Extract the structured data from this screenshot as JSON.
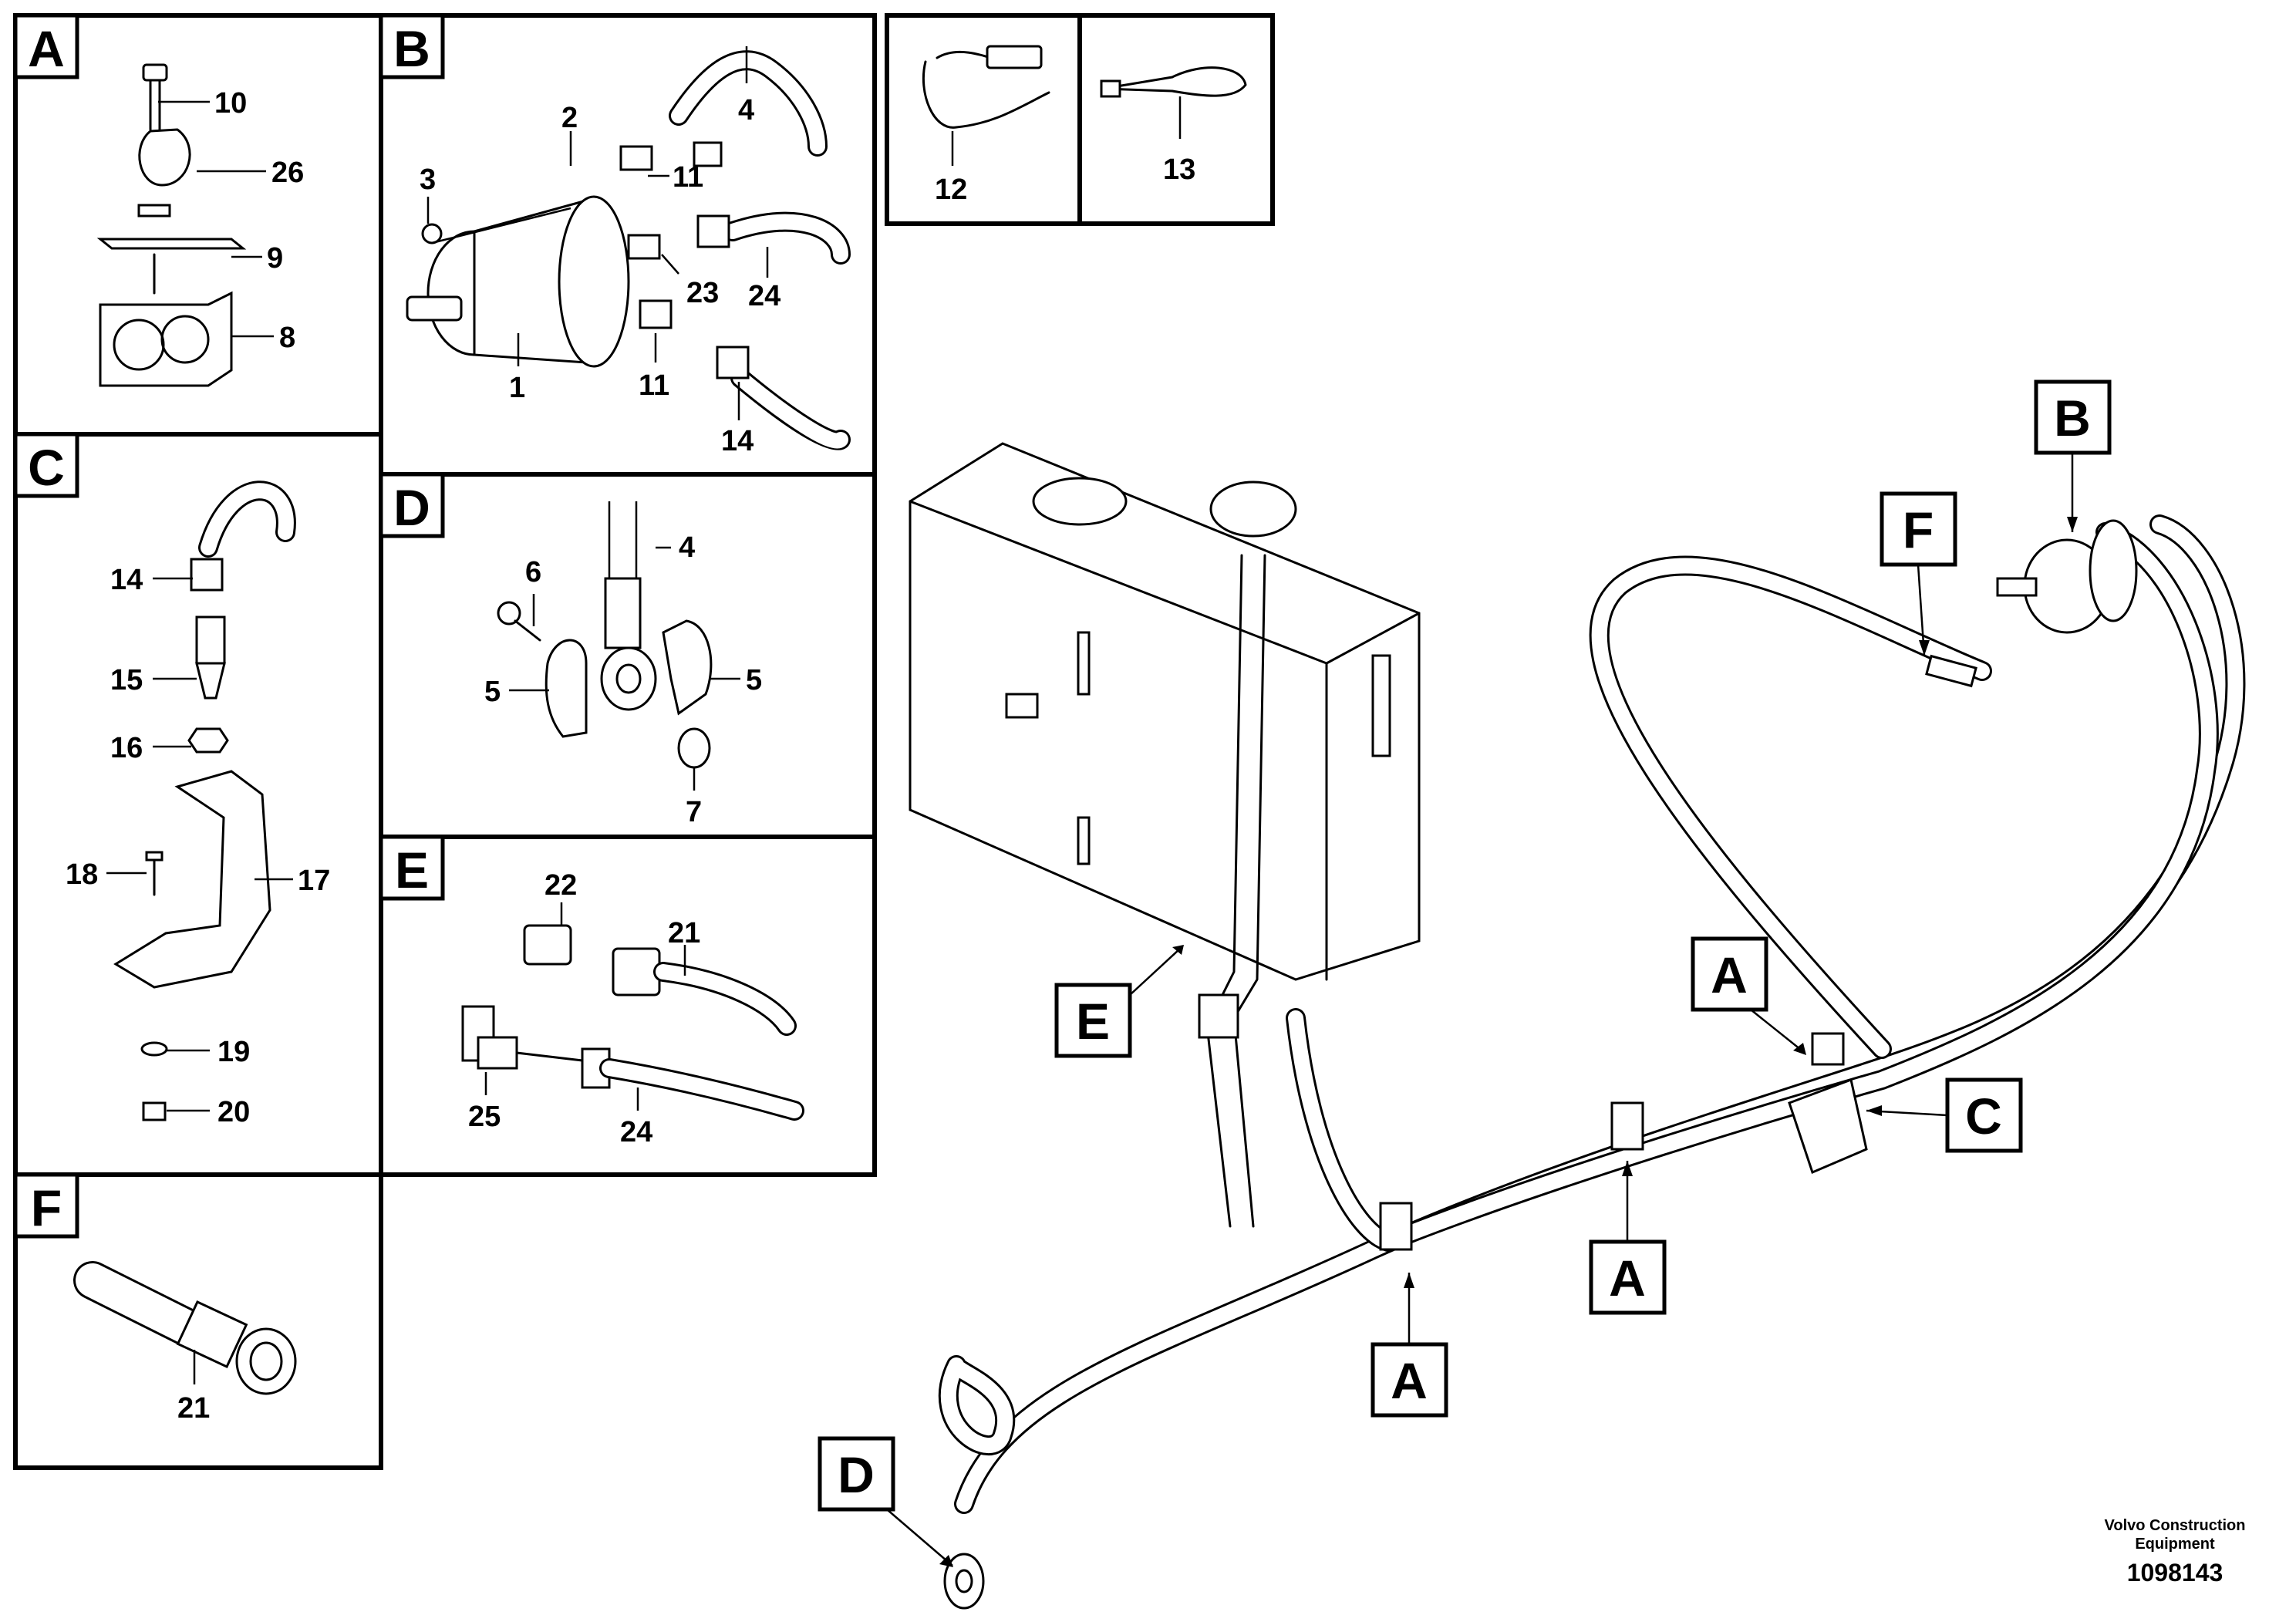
{
  "panels": {
    "A": {
      "letter": "A",
      "labels": {
        "p10": "10",
        "p26": "26",
        "p9": "9",
        "p8": "8"
      }
    },
    "B": {
      "letter": "B",
      "labels": {
        "p2": "2",
        "p4": "4",
        "p3": "3",
        "p11a": "11",
        "p23": "23",
        "p24": "24",
        "p1": "1",
        "p11b": "11",
        "p14": "14"
      }
    },
    "C": {
      "letter": "C",
      "labels": {
        "p14": "14",
        "p15": "15",
        "p16": "16",
        "p18": "18",
        "p17": "17",
        "p19": "19",
        "p20": "20"
      }
    },
    "D": {
      "letter": "D",
      "labels": {
        "p4": "4",
        "p6": "6",
        "p5a": "5",
        "p5b": "5",
        "p7": "7"
      }
    },
    "E": {
      "letter": "E",
      "labels": {
        "p22": "22",
        "p21": "21",
        "p25": "25",
        "p24": "24"
      }
    },
    "F": {
      "letter": "F",
      "labels": {
        "p21": "21"
      }
    },
    "clips": {
      "p12": "12",
      "p13": "13"
    }
  },
  "callouts": {
    "B": "B",
    "F": "F",
    "E": "E",
    "A1": "A",
    "A2": "A",
    "A3": "A",
    "C": "C",
    "D": "D"
  },
  "footer": {
    "company_line1": "Volvo Construction",
    "company_line2": "Equipment",
    "doc_number": "1098143"
  }
}
